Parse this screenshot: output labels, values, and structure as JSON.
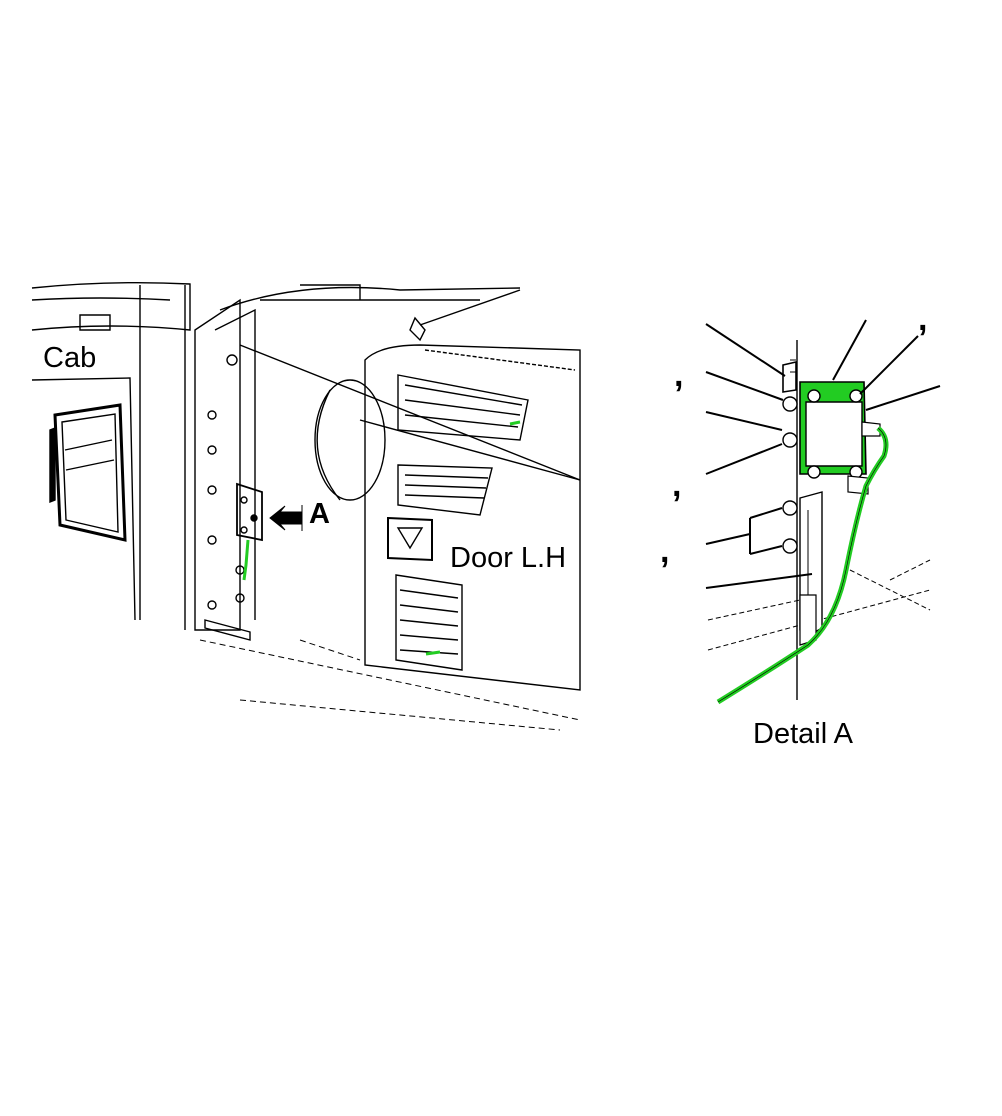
{
  "labels": {
    "cab": "Cab",
    "arrow_letter": "A",
    "door": "Door L.H",
    "detail": "Detail A"
  },
  "callout_marks": [
    ",",
    ",",
    ",",
    ",",
    ","
  ],
  "colors": {
    "ground_strap": "#22cc22",
    "line": "#000000",
    "background": "#ffffff"
  }
}
